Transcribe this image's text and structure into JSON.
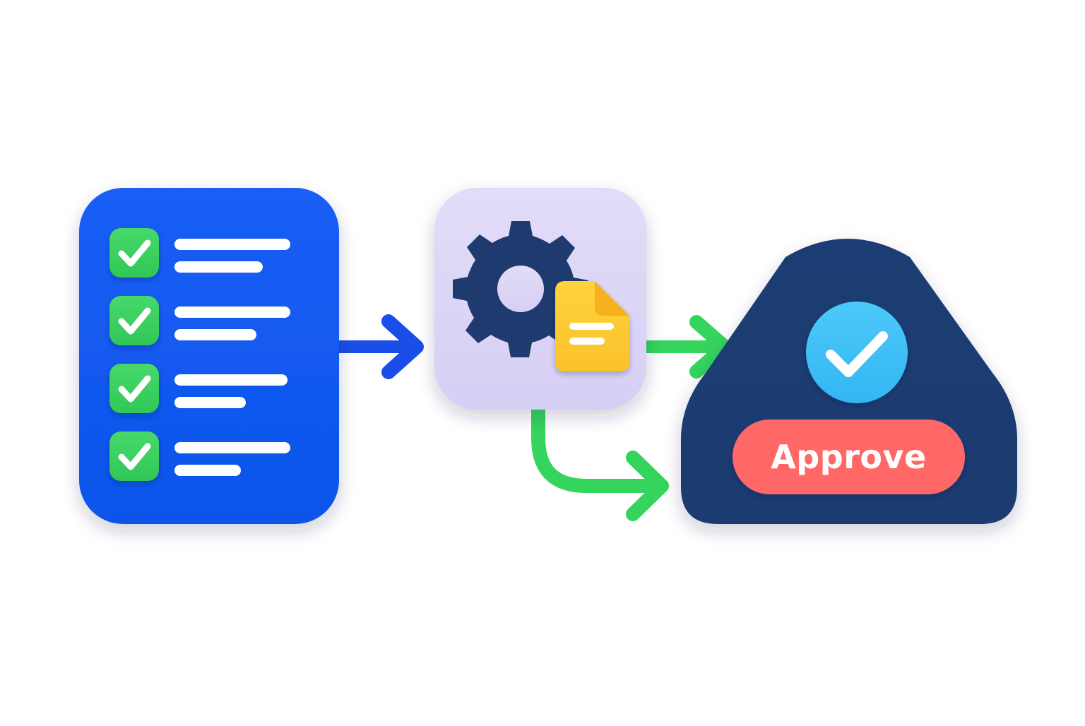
{
  "diagram": {
    "nodes": [
      {
        "id": "checklist",
        "kind": "checklist-document",
        "items": 4,
        "checked": [
          true,
          true,
          true,
          true
        ]
      },
      {
        "id": "processing",
        "kind": "gear-with-document"
      },
      {
        "id": "approval",
        "kind": "approval-shield"
      }
    ],
    "edges": [
      {
        "from": "checklist",
        "to": "processing",
        "color": "#1a4ee8"
      },
      {
        "from": "processing",
        "to": "approval",
        "color": "#35d45c"
      },
      {
        "from": "processing",
        "to": "approval",
        "color": "#35d45c"
      }
    ],
    "approve_button": {
      "label": "Approve"
    }
  },
  "colors": {
    "checklist_bg": "#0f5cf0",
    "checkbox": "#3ed161",
    "processing_bg": "#ddd6f7",
    "gear": "#1e3a6e",
    "document": "#fdc934",
    "approval_bg": "#1e3f74",
    "check_circle": "#3ec1f6",
    "approve_button": "#ff6866",
    "arrow_blue": "#1a4ee8",
    "arrow_green": "#35d45c"
  }
}
